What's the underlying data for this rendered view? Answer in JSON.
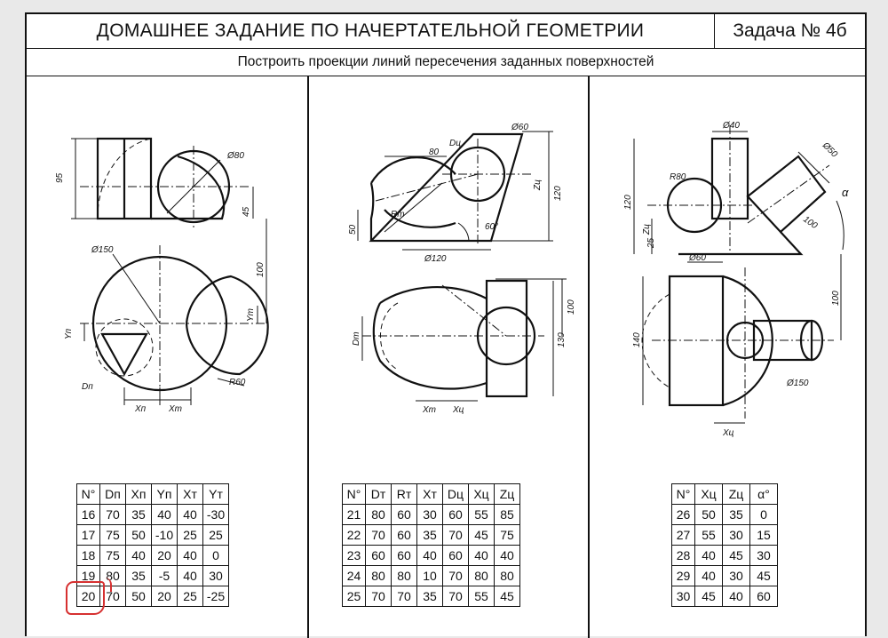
{
  "header": {
    "title": "ДОМАШНЕЕ ЗАДАНИЕ ПО НАЧЕРТАТЕЛЬНОЙ ГЕОМЕТРИИ",
    "task": "Задача № 4б",
    "subtitle": "Построить проекции линий пересечения заданных поверхностей"
  },
  "drawings": {
    "left": {
      "dims": [
        "95",
        "Ø80",
        "45",
        "Ø150",
        "100",
        "R60"
      ],
      "symbols": [
        "Yп",
        "Yт",
        "Dп",
        "Xп",
        "Xт"
      ]
    },
    "middle": {
      "dims": [
        "80",
        "Ø60",
        "120",
        "50",
        "60°",
        "Ø120",
        "100",
        "130"
      ],
      "symbols": [
        "Dц",
        "Rт",
        "Zц",
        "Dт",
        "Xт",
        "Xц"
      ]
    },
    "right": {
      "dims": [
        "Ø40",
        "Ø50",
        "R80",
        "120",
        "25",
        "100",
        "Ø60",
        "140",
        "100",
        "Ø150"
      ],
      "symbols": [
        "α",
        "Zц",
        "Xц"
      ]
    }
  },
  "tables": [
    {
      "headers": [
        "N°",
        "Dп",
        "Xп",
        "Yп",
        "Xт",
        "Yт"
      ],
      "rows": [
        [
          "16",
          "70",
          "35",
          "40",
          "40",
          "-30"
        ],
        [
          "17",
          "75",
          "50",
          "-10",
          "25",
          "25"
        ],
        [
          "18",
          "75",
          "40",
          "20",
          "40",
          "0"
        ],
        [
          "19",
          "80",
          "35",
          "-5",
          "40",
          "30"
        ],
        [
          "20",
          "70",
          "50",
          "20",
          "25",
          "-25"
        ]
      ]
    },
    {
      "headers": [
        "N°",
        "Dт",
        "Rт",
        "Xт",
        "Dц",
        "Xц",
        "Zц"
      ],
      "rows": [
        [
          "21",
          "80",
          "60",
          "30",
          "60",
          "55",
          "85"
        ],
        [
          "22",
          "70",
          "60",
          "35",
          "70",
          "45",
          "75"
        ],
        [
          "23",
          "60",
          "60",
          "40",
          "60",
          "40",
          "40"
        ],
        [
          "24",
          "80",
          "80",
          "10",
          "70",
          "80",
          "80"
        ],
        [
          "25",
          "70",
          "70",
          "35",
          "70",
          "55",
          "45"
        ]
      ]
    },
    {
      "headers": [
        "N°",
        "Xц",
        "Zц",
        "α°"
      ],
      "rows": [
        [
          "26",
          "50",
          "35",
          "0"
        ],
        [
          "27",
          "55",
          "30",
          "15"
        ],
        [
          "28",
          "40",
          "45",
          "30"
        ],
        [
          "29",
          "40",
          "30",
          "45"
        ],
        [
          "30",
          "45",
          "40",
          "60"
        ]
      ]
    }
  ]
}
